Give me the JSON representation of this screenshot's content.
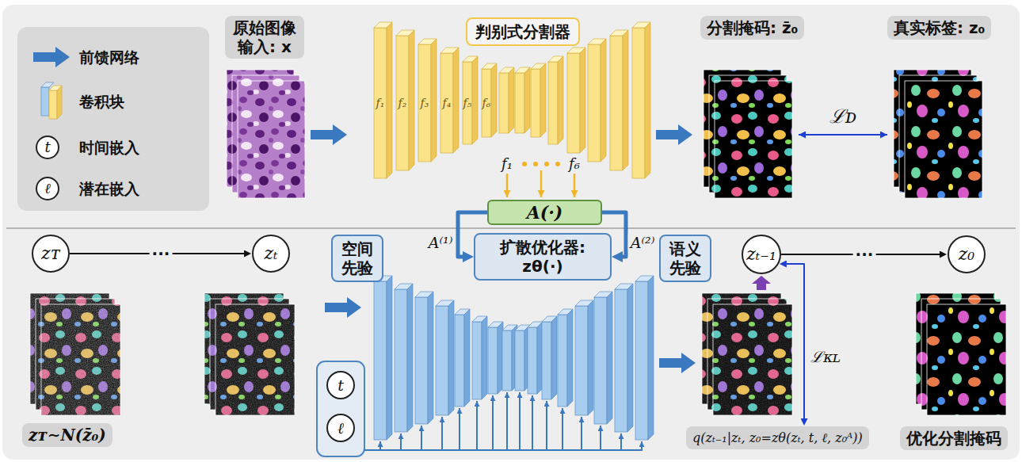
{
  "diagram": {
    "nodes": [
      {
        "text": [
          "原始图像 输入: x"
        ]
      },
      {
        "text": [
          "判别式分割器"
        ]
      },
      {
        "text": [
          "分割掩码: z̄₀"
        ]
      },
      {
        "text": [
          "真实标签: z₀"
        ]
      },
      {
        "text": [
          "A(·)"
        ]
      },
      {
        "text": [
          "空间先验"
        ]
      },
      {
        "text": [
          "扩散优化器: zθ(·)"
        ]
      },
      {
        "text": [
          "语义先验"
        ]
      },
      {
        "text": [
          "zᴛ"
        ]
      },
      {
        "text": [
          "zₜ"
        ]
      },
      {
        "text": [
          "zₜ₋₁"
        ]
      },
      {
        "text": [
          "z₀"
        ]
      },
      {
        "text": [
          "t"
        ]
      },
      {
        "text": [
          "ℓ"
        ]
      },
      {
        "text": [
          "zᴛ∼N(z̄₀)"
        ]
      },
      {
        "text": [
          "q(zₜ₋₁|zₜ, z₀=zθ(zₜ, t, ℓ, z₀ᴬ))"
        ]
      },
      {
        "text": [
          "优化分割掩码"
        ]
      }
    ],
    "edges": [
      {
        "from": 4,
        "to": 6,
        "label": "A⁽¹⁾",
        "arrow": "to"
      },
      {
        "from": 4,
        "to": 6,
        "label": "A⁽²⁾",
        "arrow": "to"
      },
      {
        "from": 8,
        "to": 9,
        "label": "···",
        "arrow": "to"
      },
      {
        "from": 10,
        "to": 11,
        "label": "···",
        "arrow": "to"
      },
      {
        "from": 10,
        "to": 15,
        "label": "ℒᴋʟ",
        "arrow": "both"
      }
    ],
    "labels": [
      "t",
      "ℓ",
      "f₁",
      "f₂",
      "f₃",
      "f₄",
      "f₅",
      "f₆",
      "f₁",
      "f₆",
      "ℒᴅ"
    ],
    "legend": [
      {
        "text": "前馈网络"
      },
      {
        "text": "卷积块"
      },
      {
        "text": "时间嵌入"
      },
      {
        "text": "潜在嵌入"
      }
    ]
  }
}
